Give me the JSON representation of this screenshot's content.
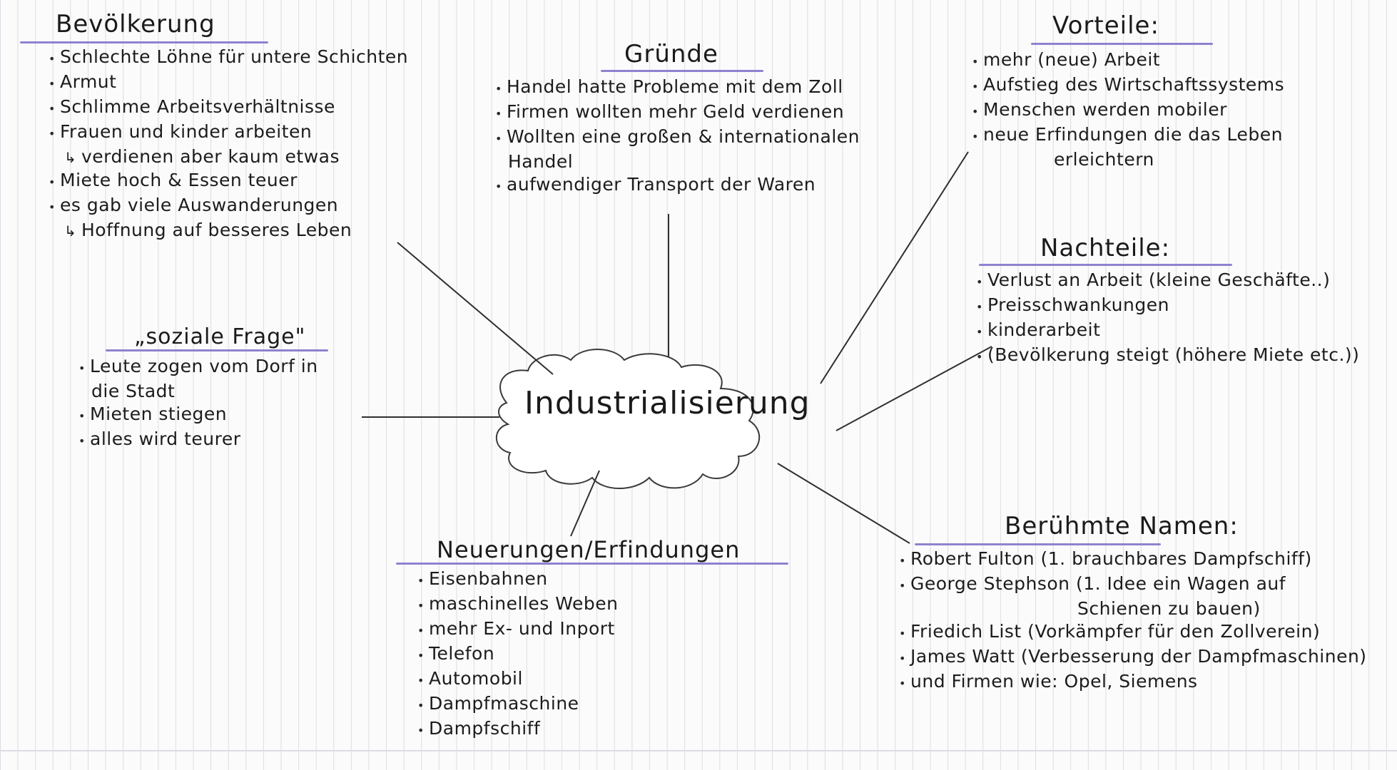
{
  "center": {
    "title": "Industrialisierung"
  },
  "bevoelkerung": {
    "title": "Bevölkerung",
    "items": [
      "Schlechte Löhne für untere Schichten",
      "Armut",
      "Schlimme Arbeitsverhältnisse",
      "Frauen und kinder arbeiten",
      "verdienen aber kaum etwas",
      "Miete hoch & Essen teuer",
      "es gab viele Auswanderungen",
      "Hoffnung auf besseres Leben"
    ]
  },
  "gruende": {
    "title": "Gründe",
    "items": [
      "Handel hatte Probleme mit dem Zoll",
      "Firmen wollten mehr Geld verdienen",
      "Wollten eine großen & internationalen",
      "Handel",
      "aufwendiger Transport der Waren"
    ]
  },
  "vorteile": {
    "title": "Vorteile:",
    "items": [
      "mehr (neue) Arbeit",
      "Aufstieg des Wirtschaftssystems",
      "Menschen werden mobiler",
      "neue Erfindungen die das Leben",
      "erleichtern"
    ]
  },
  "nachteile": {
    "title": "Nachteile:",
    "items": [
      "Verlust an Arbeit (kleine Geschäfte..)",
      "Preisschwankungen",
      "kinderarbeit",
      "(Bevölkerung steigt (höhere Miete etc.))"
    ]
  },
  "soziale_frage": {
    "title": "„soziale Frage\"",
    "items": [
      "Leute zogen vom Dorf in",
      "die Stadt",
      "Mieten stiegen",
      "alles wird teurer"
    ]
  },
  "neuerungen": {
    "title": "Neuerungen/Erfindungen",
    "items": [
      "Eisenbahnen",
      "maschinelles Weben",
      "mehr Ex- und Inport",
      "Telefon",
      "Automobil",
      "Dampfmaschine",
      "Dampfschiff"
    ]
  },
  "namen": {
    "title": "Berühmte Namen:",
    "items": [
      "Robert Fulton (1. brauchbares Dampfschiff)",
      "George Stephson (1. Idee ein Wagen auf",
      "Schienen zu bauen)",
      "Friedich List (Vorkämpfer für den Zollverein)",
      "James Watt (Verbesserung der Dampfmaschinen)",
      "und Firmen wie: Opel, Siemens"
    ]
  },
  "colors": {
    "underline": "#8f82cf",
    "ink": "#1c1c1c",
    "paper": "#fbfbfc",
    "grid": "#dcdde3"
  }
}
